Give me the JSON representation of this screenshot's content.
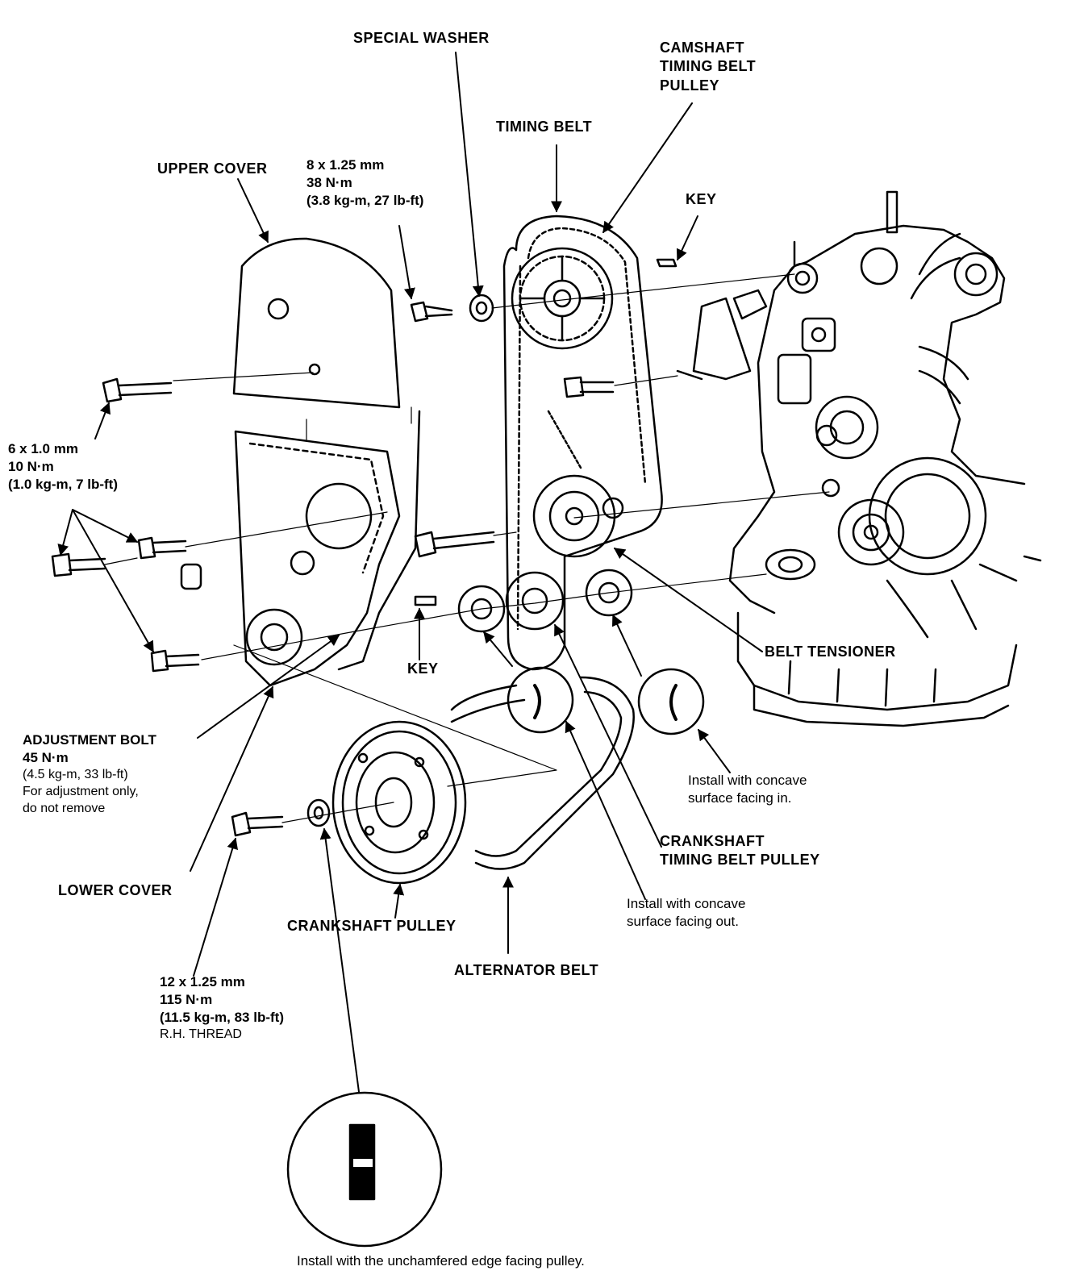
{
  "labels": {
    "special_washer": "SPECIAL WASHER",
    "camshaft_pulley": [
      "CAMSHAFT",
      "TIMING BELT",
      "PULLEY"
    ],
    "timing_belt": "TIMING BELT",
    "upper_cover": "UPPER COVER",
    "upper_bolt_spec": [
      "8 x 1.25 mm",
      "38 N·m",
      "(3.8 kg-m, 27 lb-ft)"
    ],
    "key_top": "KEY",
    "small_bolt_spec": [
      "6 x 1.0 mm",
      "10 N·m",
      "(1.0 kg-m, 7 lb-ft)"
    ],
    "key_mid": "KEY",
    "belt_tensioner": "BELT TENSIONER",
    "adjustment_bolt": [
      "ADJUSTMENT BOLT",
      "45 N·m",
      "(4.5 kg-m, 33 lb-ft)",
      "For adjustment only,",
      "do not remove"
    ],
    "concave_in": [
      "Install with concave",
      "surface facing in."
    ],
    "crank_timing_pulley": [
      "CRANKSHAFT",
      "TIMING BELT PULLEY"
    ],
    "lower_cover": "LOWER COVER",
    "concave_out": [
      "Install with concave",
      "surface facing out."
    ],
    "crankshaft_pulley": "CRANKSHAFT PULLEY",
    "alternator_belt": "ALTERNATOR BELT",
    "crank_bolt_spec": [
      "12 x 1.25 mm",
      "115 N·m",
      "(11.5 kg-m, 83 lb-ft)",
      "R.H.  THREAD"
    ],
    "unchamfered": "Install with the unchamfered edge facing pulley."
  },
  "colors": {
    "ink": "#000000",
    "paper": "#ffffff"
  }
}
